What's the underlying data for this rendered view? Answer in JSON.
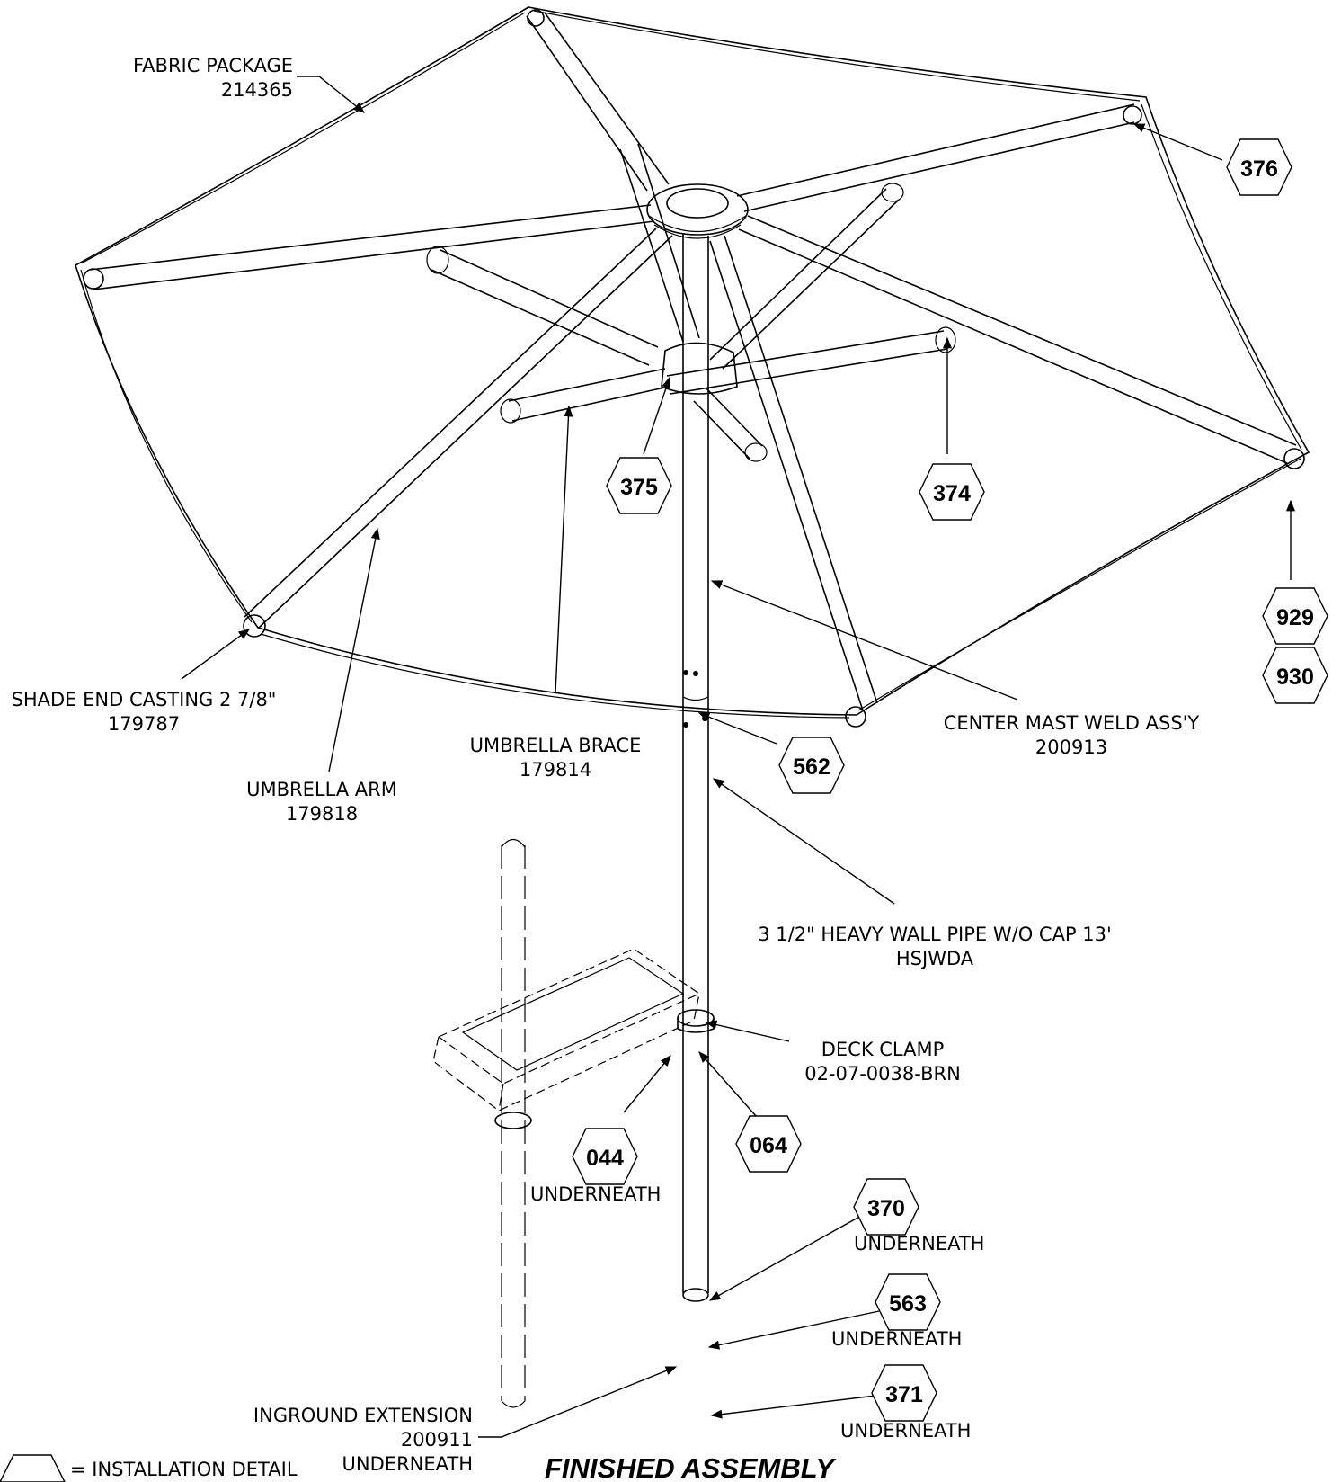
{
  "labels": {
    "fabric_name": "FABRIC PACKAGE",
    "fabric_part": "214365",
    "end_casting_name": "SHADE END CASTING 2 7/8\"",
    "end_casting_part": "179787",
    "arm_name": "UMBRELLA ARM",
    "arm_part": "179818",
    "brace_name": "UMBRELLA BRACE",
    "brace_part": "179814",
    "mast_name": "CENTER MAST WELD ASS'Y",
    "mast_part": "200913",
    "pipe_name": "3 1/2\" HEAVY WALL PIPE W/O CAP 13'",
    "pipe_part": "HSJWDA",
    "clamp_name": "DECK CLAMP",
    "clamp_part": "02-07-0038-BRN",
    "inground_name": "INGROUND EXTENSION",
    "inground_part": "200911",
    "inground_note": "UNDERNEATH"
  },
  "details": {
    "d376": "376",
    "d375": "375",
    "d374": "374",
    "d929": "929",
    "d930": "930",
    "d562": "562",
    "d044": "044",
    "d044_note": "UNDERNEATH",
    "d064": "064",
    "d370": "370",
    "d370_note": "UNDERNEATH",
    "d563": "563",
    "d563_note": "UNDERNEATH",
    "d371": "371",
    "d371_note": "UNDERNEATH"
  },
  "legend": {
    "text": "= INSTALLATION DETAIL"
  },
  "title": "FINISHED ASSEMBLY"
}
